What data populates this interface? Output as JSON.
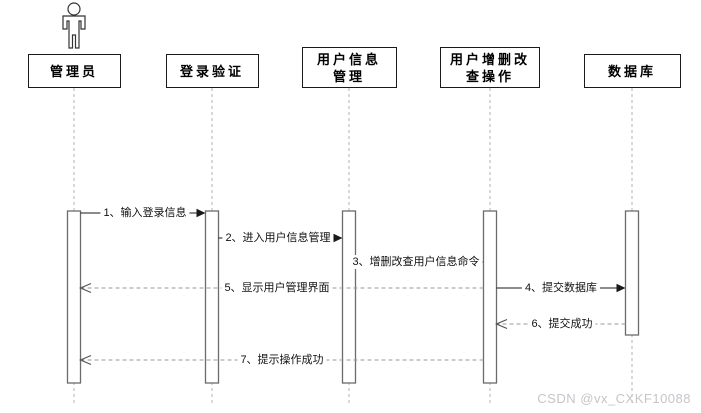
{
  "diagram": {
    "type": "uml-sequence-diagram",
    "lifelines": [
      {
        "name": "管理员",
        "kind": "actor"
      },
      {
        "name": "登录验证",
        "kind": "object"
      },
      {
        "name": "用户信息管理",
        "kind": "object"
      },
      {
        "name": "用户增删改查操作",
        "kind": "object"
      },
      {
        "name": "数据库",
        "kind": "object"
      }
    ],
    "messages": [
      {
        "label": "1、输入登录信息",
        "from": "管理员",
        "to": "登录验证",
        "style": "solid"
      },
      {
        "label": "2、进入用户信息管理",
        "from": "登录验证",
        "to": "用户信息管理",
        "style": "solid"
      },
      {
        "label": "3、增删改查用户信息命令",
        "from": "用户信息管理",
        "to": "用户增删改查操作",
        "style": "solid"
      },
      {
        "label": "4、提交数据库",
        "from": "用户增删改查操作",
        "to": "数据库",
        "style": "solid"
      },
      {
        "label": "5、显示用户管理界面",
        "from": "用户增删改查操作",
        "to": "管理员",
        "style": "dashed-return"
      },
      {
        "label": "6、提交成功",
        "from": "数据库",
        "to": "用户增删改查操作",
        "style": "dashed-return"
      },
      {
        "label": "7、提示操作成功",
        "from": "用户增删改查操作",
        "to": "管理员",
        "style": "dashed-return"
      }
    ],
    "watermark": "CSDN @vx_CXKF10088"
  },
  "colors": {
    "solid_line": "#1a1a1a",
    "dashed_line": "#999999",
    "lifeline": "#b3b3b3",
    "activation_border": "#6b6b6b",
    "box_border": "#1a1a1a",
    "watermark": "#c5c5cb",
    "background": "#ffffff"
  }
}
